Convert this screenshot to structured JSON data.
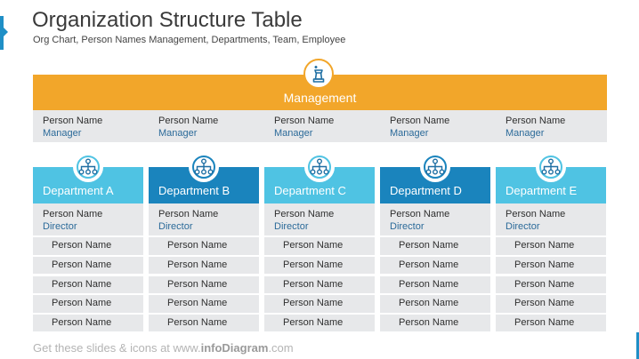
{
  "header": {
    "title": "Organization Structure Table",
    "subtitle": "Org Chart, Person Names Management, Departments, Team, Employee"
  },
  "colors": {
    "management": "#f2a62a",
    "light_blue": "#4fc3e3",
    "dark_blue": "#1a84bd",
    "row_gray": "#e7e8ea",
    "role_text": "#2b6a99"
  },
  "management": {
    "label": "Management",
    "icon": "chess-king-icon",
    "managers": [
      {
        "name": "Person Name",
        "role": "Manager"
      },
      {
        "name": "Person Name",
        "role": "Manager"
      },
      {
        "name": "Person Name",
        "role": "Manager"
      },
      {
        "name": "Person Name",
        "role": "Manager"
      },
      {
        "name": "Person Name",
        "role": "Manager"
      }
    ]
  },
  "departments": [
    {
      "label": "Department A",
      "icon": "org-chart-icon",
      "director": {
        "name": "Person Name",
        "role": "Director"
      },
      "members": [
        "Person Name",
        "Person Name",
        "Person Name",
        "Person Name",
        "Person Name"
      ]
    },
    {
      "label": "Department B",
      "icon": "org-chart-icon",
      "director": {
        "name": "Person Name",
        "role": "Director"
      },
      "members": [
        "Person Name",
        "Person Name",
        "Person Name",
        "Person Name",
        "Person Name"
      ]
    },
    {
      "label": "Department C",
      "icon": "org-chart-icon",
      "director": {
        "name": "Person Name",
        "role": "Director"
      },
      "members": [
        "Person Name",
        "Person Name",
        "Person Name",
        "Person Name",
        "Person Name"
      ]
    },
    {
      "label": "Department D",
      "icon": "org-chart-icon",
      "director": {
        "name": "Person Name",
        "role": "Director"
      },
      "members": [
        "Person Name",
        "Person Name",
        "Person Name",
        "Person Name",
        "Person Name"
      ]
    },
    {
      "label": "Department E",
      "icon": "org-chart-icon",
      "director": {
        "name": "Person Name",
        "role": "Director"
      },
      "members": [
        "Person Name",
        "Person Name",
        "Person Name",
        "Person Name",
        "Person Name"
      ]
    }
  ],
  "footer": {
    "prefix": "Get these slides & icons at www.",
    "brand": "infoDiagram",
    "suffix": ".com"
  }
}
